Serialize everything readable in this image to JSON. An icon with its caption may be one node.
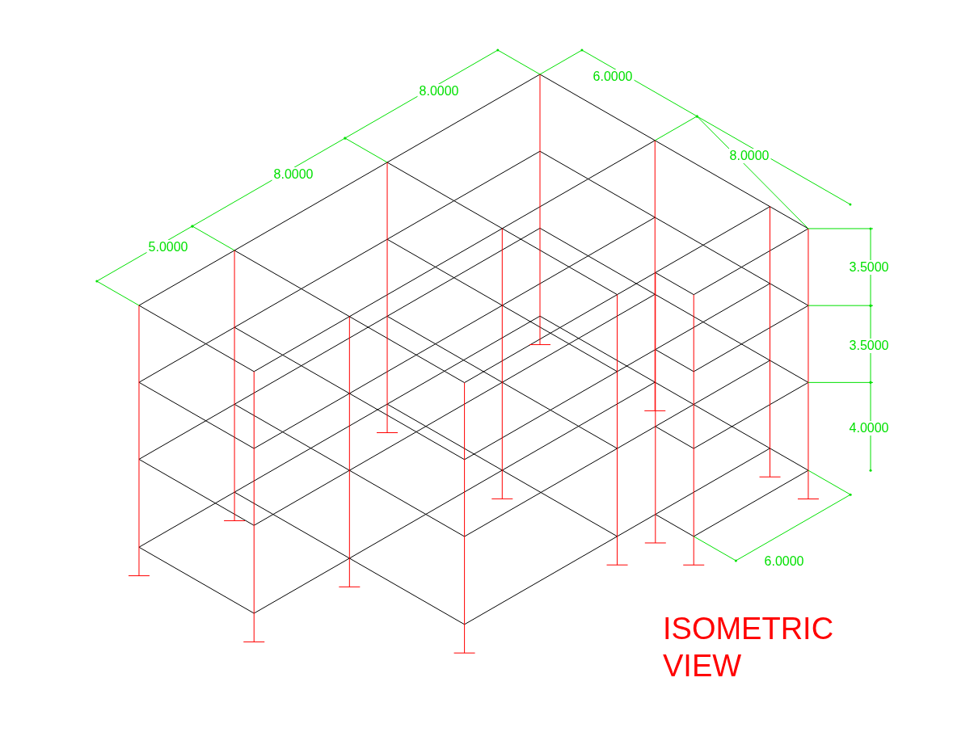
{
  "diagram": {
    "caption": "ISOMETRIC VIEW",
    "labels": [
      "8.0000",
      "6.0000",
      "8.0000",
      "8.0000",
      "5.0000",
      "3.5000",
      "3.5000",
      "4.0000",
      "6.0000"
    ]
  }
}
